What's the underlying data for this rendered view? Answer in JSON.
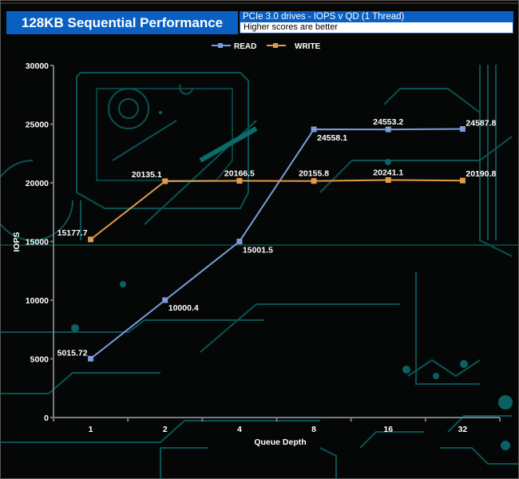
{
  "header": {
    "title": "128KB Sequential Performance",
    "subtitle": "PCIe 3.0 drives - IOPS v QD (1 Thread)",
    "note": "Higher scores are better"
  },
  "colors": {
    "read": "#7b9cd9",
    "write": "#e39a4a",
    "title_bg": "#0a5fc2",
    "axis": "#7a7a7a",
    "circuit": "#0e6b6b"
  },
  "chart_data": {
    "type": "line",
    "title": "128KB Sequential Performance",
    "subtitle": "PCIe 3.0 drives - IOPS v QD (1 Thread)",
    "xlabel": "Queue Depth",
    "ylabel": "IOPS",
    "categories": [
      "1",
      "2",
      "4",
      "8",
      "16",
      "32"
    ],
    "ylim": [
      0,
      30000
    ],
    "yticks": [
      0,
      5000,
      10000,
      15000,
      20000,
      25000,
      30000
    ],
    "ytick_labels": [
      "0",
      "5000",
      "10000",
      "15000",
      "20000",
      "25000",
      "30000"
    ],
    "grid": false,
    "legend_position": "top-center",
    "series": [
      {
        "name": "READ",
        "values": [
          5015.72,
          10000.4,
          15001.5,
          24558.1,
          24553.2,
          24587.8
        ],
        "labels": [
          "5015.72",
          "10000.4",
          "15001.5",
          "24558.1",
          "24553.2",
          "24587.8"
        ]
      },
      {
        "name": "WRITE",
        "values": [
          15177.7,
          20135.1,
          20166.5,
          20155.8,
          20241.1,
          20190.8
        ],
        "labels": [
          "15177.7",
          "20135.1",
          "20166.5",
          "20155.8",
          "20241.1",
          "20190.8"
        ]
      }
    ]
  }
}
